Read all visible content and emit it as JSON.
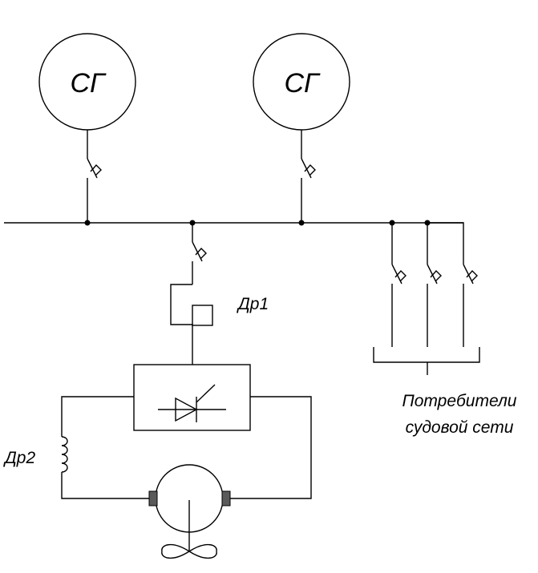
{
  "diagram": {
    "generator_1": "СГ",
    "generator_2": "СГ",
    "choke_1": "Др1",
    "choke_2": "Др2",
    "consumers_line1": "Потребители",
    "consumers_line2": "судовой сети"
  },
  "colors": {
    "line": "#000000",
    "brush": "#5a5a5a",
    "background": "#ffffff"
  }
}
